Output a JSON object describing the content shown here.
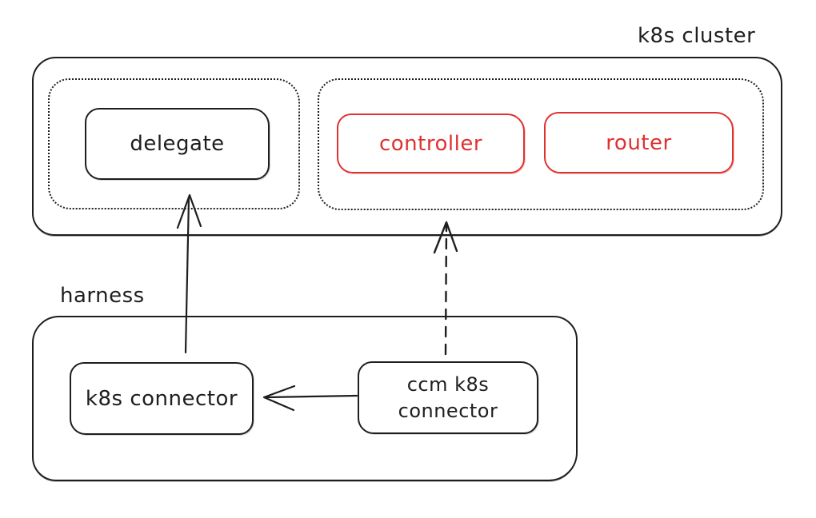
{
  "colors": {
    "stroke": "#1e1e1e",
    "accent_red": "#e03131",
    "background": "#ffffff"
  },
  "cluster": {
    "label": "k8s cluster",
    "delegate_namespace": {
      "nodes": [
        {
          "id": "delegate",
          "label": "delegate",
          "color": "#1e1e1e"
        }
      ]
    },
    "ccm_namespace": {
      "nodes": [
        {
          "id": "controller",
          "label": "controller",
          "color": "#e03131"
        },
        {
          "id": "router",
          "label": "router",
          "color": "#e03131"
        }
      ]
    }
  },
  "harness": {
    "label": "harness",
    "nodes": [
      {
        "id": "k8s_connector",
        "label": "k8s connector",
        "color": "#1e1e1e"
      },
      {
        "id": "ccm_k8s_connector",
        "label": "ccm k8s\nconnector",
        "color": "#1e1e1e"
      }
    ]
  },
  "edges": [
    {
      "from": "k8s_connector",
      "to": "delegate",
      "style": "solid",
      "arrowhead": "open"
    },
    {
      "from": "ccm_k8s_connector",
      "to": "ccm_namespace",
      "style": "dashed",
      "arrowhead": "open"
    },
    {
      "from": "ccm_k8s_connector",
      "to": "k8s_connector",
      "style": "solid",
      "arrowhead": "open"
    }
  ]
}
